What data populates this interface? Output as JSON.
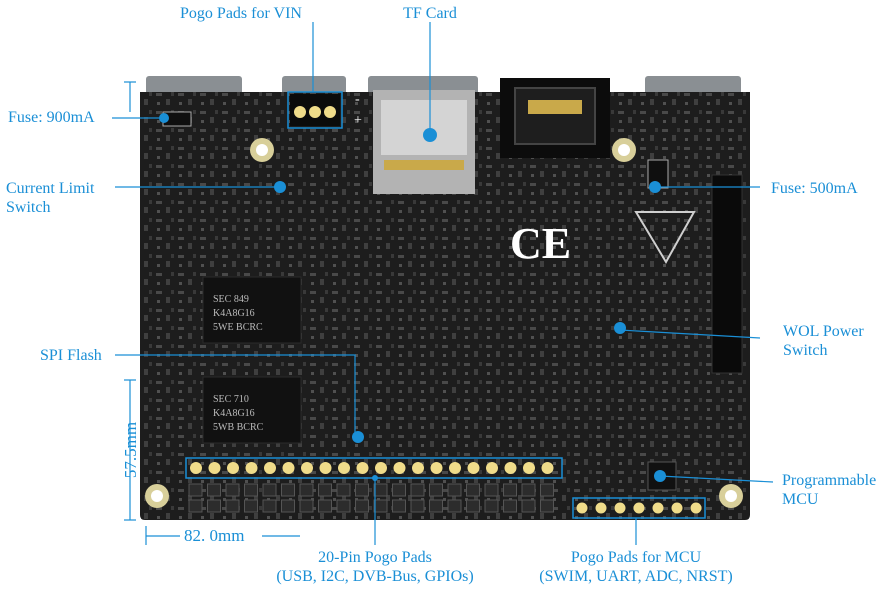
{
  "labels": {
    "pogo_vin": "Pogo Pads for VIN",
    "tf_card": "TF Card",
    "fuse_900": "Fuse: 900mA",
    "current_limit_1": "Current Limit",
    "current_limit_2": "Switch",
    "fuse_500": "Fuse: 500mA",
    "wol_1": "WOL Power",
    "wol_2": "Switch",
    "spi_flash": "SPI Flash",
    "mcu_1": "Programmable",
    "mcu_2": "MCU",
    "pogo20_1": "20-Pin Pogo Pads",
    "pogo20_2": "(USB, I2C, DVB-Bus, GPIOs)",
    "pogo_mcu_1": "Pogo Pads for MCU",
    "pogo_mcu_2": "(SWIM, UART, ADC, NRST)"
  },
  "dimensions": {
    "width": "82. 0mm",
    "height": "57.5mm"
  },
  "board_marks": {
    "minus": "-",
    "plus": "+",
    "ce": "CE",
    "chip1_a": "SEC 849",
    "chip1_b": "K4A8G16",
    "chip1_c": "5WE BCRC",
    "chip2_a": "SEC 710",
    "chip2_b": "K4A8G16",
    "chip2_c": "5WB BCRC"
  },
  "colors": {
    "accent": "#1a8fd6",
    "board": "#1c1c1c",
    "pad": "#f0dc8a"
  }
}
